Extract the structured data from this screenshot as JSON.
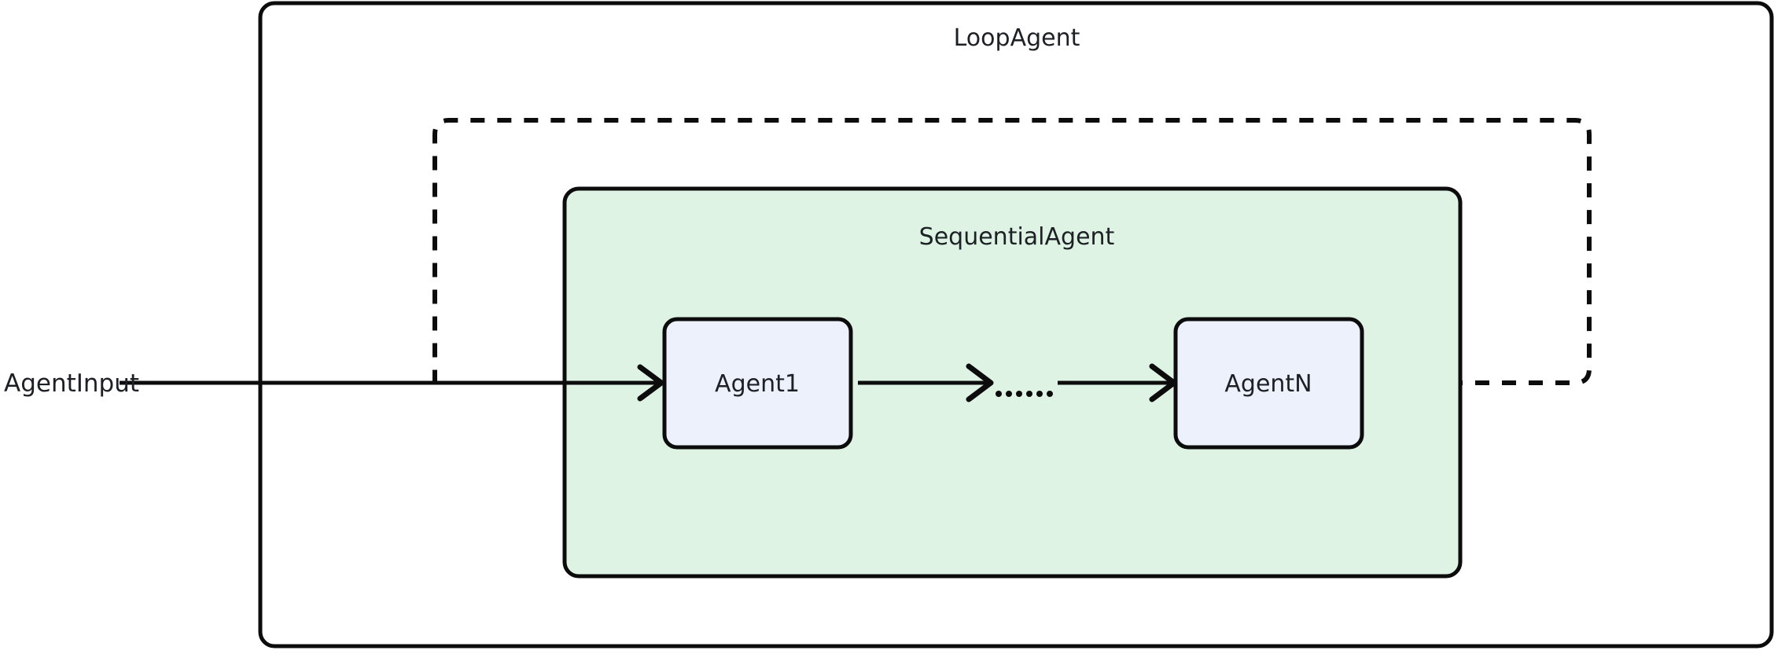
{
  "diagram": {
    "type": "flow-diagram",
    "title": "LoopAgent",
    "background_color": "#ffffff",
    "stroke_color": "#0c0c0c",
    "text_color": "#1d2125",
    "containers": [
      {
        "id": "loop-agent",
        "label": "LoopAgent",
        "shape": "rounded-rect",
        "fill": "#ffffff",
        "border_color": "#0c0c0c"
      },
      {
        "id": "sequential-agent",
        "label": "SequentialAgent",
        "shape": "rounded-rect",
        "fill": "#dff3e5",
        "border_color": "#0c0c0c"
      }
    ],
    "nodes": [
      {
        "id": "agent-1",
        "label": "Agent1",
        "shape": "rounded-rect",
        "fill": "#edf1fb",
        "border_color": "#0c0c0c"
      },
      {
        "id": "agent-n",
        "label": "AgentN",
        "shape": "rounded-rect",
        "fill": "#edf1fb",
        "border_color": "#0c0c0c"
      }
    ],
    "io_labels": [
      {
        "id": "agent-input",
        "label": "AgentInput"
      }
    ],
    "ellipsis": {
      "label": "......",
      "dot_count": 6
    },
    "edges": [
      {
        "id": "input-to-agent1",
        "from": "agent-input",
        "to": "agent-1",
        "style": "solid",
        "arrow": true
      },
      {
        "id": "agent1-to-ellipsis",
        "from": "agent-1",
        "to": "ellipsis",
        "style": "solid",
        "arrow": true
      },
      {
        "id": "ellipsis-to-agentn",
        "from": "ellipsis",
        "to": "agent-n",
        "style": "solid",
        "arrow": true
      },
      {
        "id": "loopback",
        "from": "agent-n",
        "to": "input-to-agent1",
        "style": "dashed",
        "arrow": false
      }
    ]
  }
}
